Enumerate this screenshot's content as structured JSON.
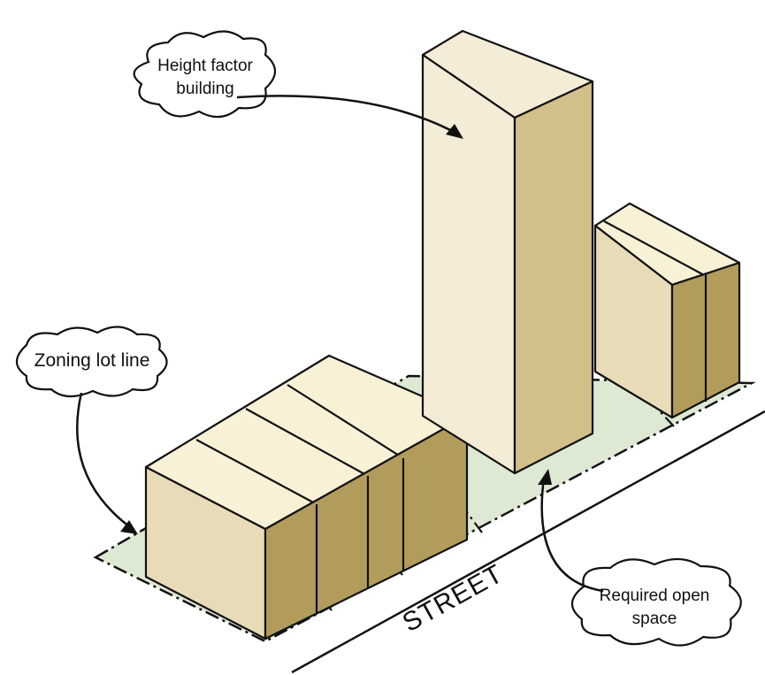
{
  "callouts": {
    "height_factor_building": [
      "Height factor",
      "building"
    ],
    "zoning_lot_line": "Zoning lot line",
    "required_open_space": [
      "Required open",
      "space"
    ]
  },
  "street": "STREET",
  "colors": {
    "lot_fill": "#dde9d3",
    "top_face": "#f8f1d6",
    "front_face": "#e8dcb8",
    "side_face": "#b29c5c",
    "tower_front": "#f4ecd6",
    "tower_side": "#d2c08a",
    "outline": "#111111"
  }
}
